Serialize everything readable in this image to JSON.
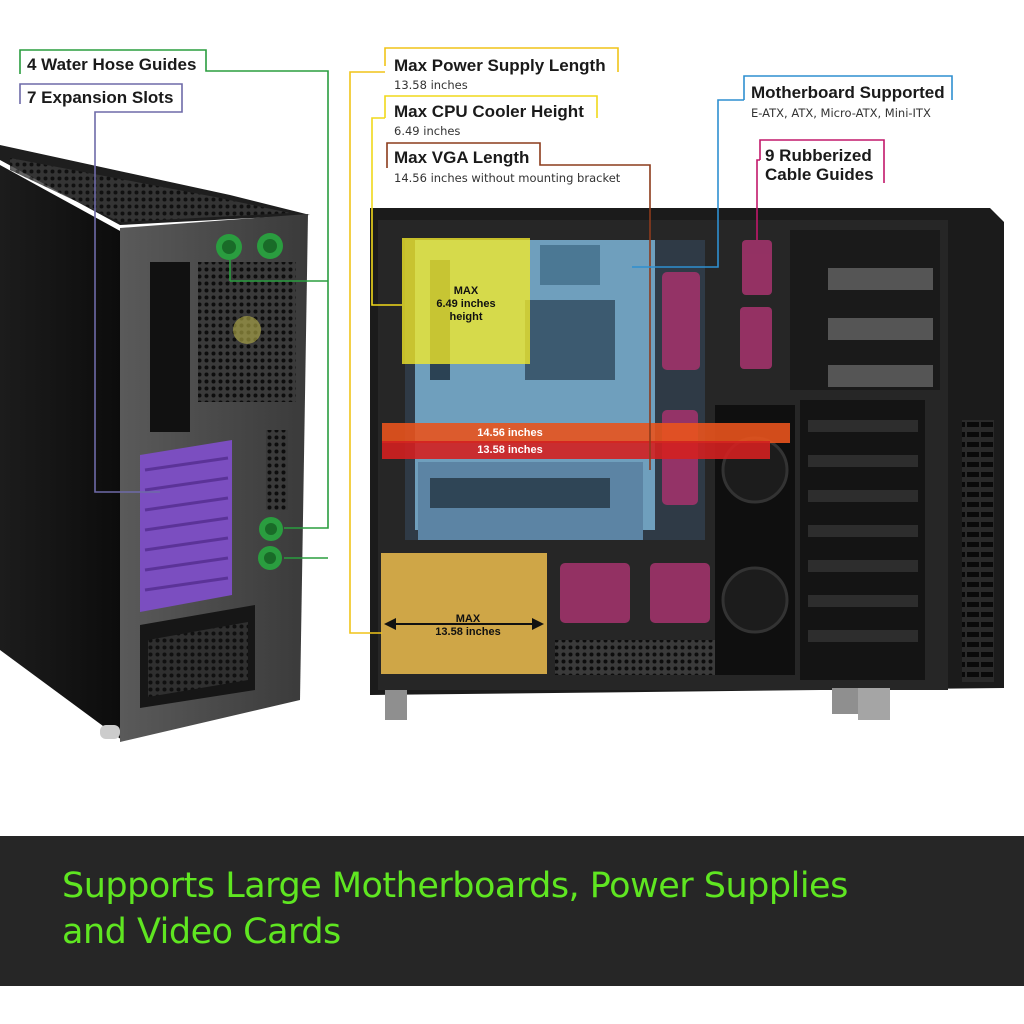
{
  "callouts": {
    "water_hose": {
      "title": "4 Water Hose Guides",
      "color": "#2a9d3f"
    },
    "expansion": {
      "title": "7 Expansion Slots",
      "color": "#6e6aa8"
    },
    "psu_length": {
      "title": "Max Power Supply Length",
      "detail": "13.58 inches",
      "color": "#f0c419"
    },
    "cpu_cooler": {
      "title": "Max CPU Cooler Height",
      "detail": "6.49 inches",
      "color": "#f0d81a"
    },
    "vga_length": {
      "title": "Max VGA Length",
      "detail": "14.56 inches without mounting bracket",
      "color": "#8c3b1c"
    },
    "motherboard": {
      "title": "Motherboard Supported",
      "detail": "E-ATX, ATX, Micro-ATX, Mini-ITX",
      "color": "#2f8fd0"
    },
    "cable_guides": {
      "title_line1": "9 Rubberized",
      "title_line2": "Cable Guides",
      "color": "#c2186b"
    }
  },
  "overlays": {
    "cpu": {
      "line1": "MAX",
      "line2": "6.49 inches",
      "line3": "height"
    },
    "vga": "14.56 inches",
    "psu_bar": "13.58 inches",
    "psu": {
      "line1": "MAX",
      "line2": "13.58 inches"
    }
  },
  "banner": {
    "line1": "Supports Large Motherboards, Power Supplies",
    "line2": "and Video Cards",
    "color": "#5fe621"
  }
}
